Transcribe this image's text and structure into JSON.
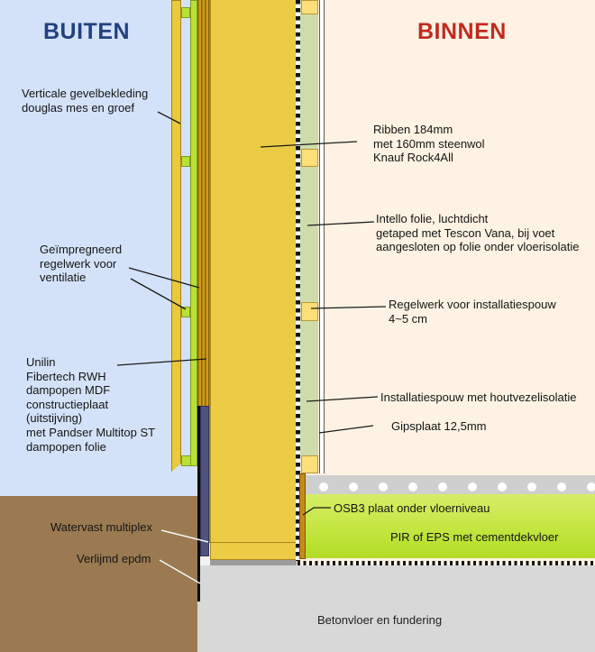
{
  "diagram": {
    "titles": {
      "outside": "BUITEN",
      "inside": "BINNEN"
    },
    "labels": {
      "cladding": "Verticale gevelbekleding\ndouglas mes en groef",
      "ribs": "Ribben 184mm\nmet 160mm steenwol\nKnauf Rock4All",
      "intello": "Intello folie, luchtdicht\ngetaped met Tescon Vana, bij voet\naangesloten op folie onder vloerisolatie",
      "treated_battens": "Geïmpregneerd\nregelwerk voor\nventilatie",
      "service_battens": "Regelwerk voor installatiespouw\n4~5 cm",
      "unilin": "Unilin\nFibertech RWH\ndampopen MDF\nconstructieplaat\n(uitstijving)\nmet Pandser Multitop ST\ndampopen folie",
      "service_cavity": "Installatiespouw met houtvezelisolatie",
      "plasterboard": "Gipsplaat 12,5mm",
      "osb": "OSB3 plaat onder vloerniveau",
      "pir": "PIR of EPS met cementdekvloer",
      "multiplex": "Watervast multiplex",
      "epdm": "Verlijmd epdm",
      "concrete": "Betonvloer en fundering"
    },
    "colors": {
      "outside_bg": "#d4e2f9",
      "inside_bg": "#fdf2e3",
      "ground_brown": "#9b7a52",
      "concrete_gray": "#d8d8d8",
      "screed_gray": "#cfcfcf",
      "pir_green_top": "#d6ed68",
      "pir_green_bottom": "#b2dc26",
      "timber_yellow": "#ebcc44",
      "batten_green": "#b9e135",
      "service_cavity_green": "#cedcab",
      "service_block_yellow": "#fcdf78",
      "mdf_stripe_light": "#d09b1a",
      "mdf_stripe_dark": "#8a6408",
      "multiplex_navy": "#51517e",
      "osb_orange": "#c8891b",
      "epdm_black": "#0c0c0c",
      "title_outside_blue": "#23407f",
      "title_inside_red": "#c02a20"
    }
  }
}
